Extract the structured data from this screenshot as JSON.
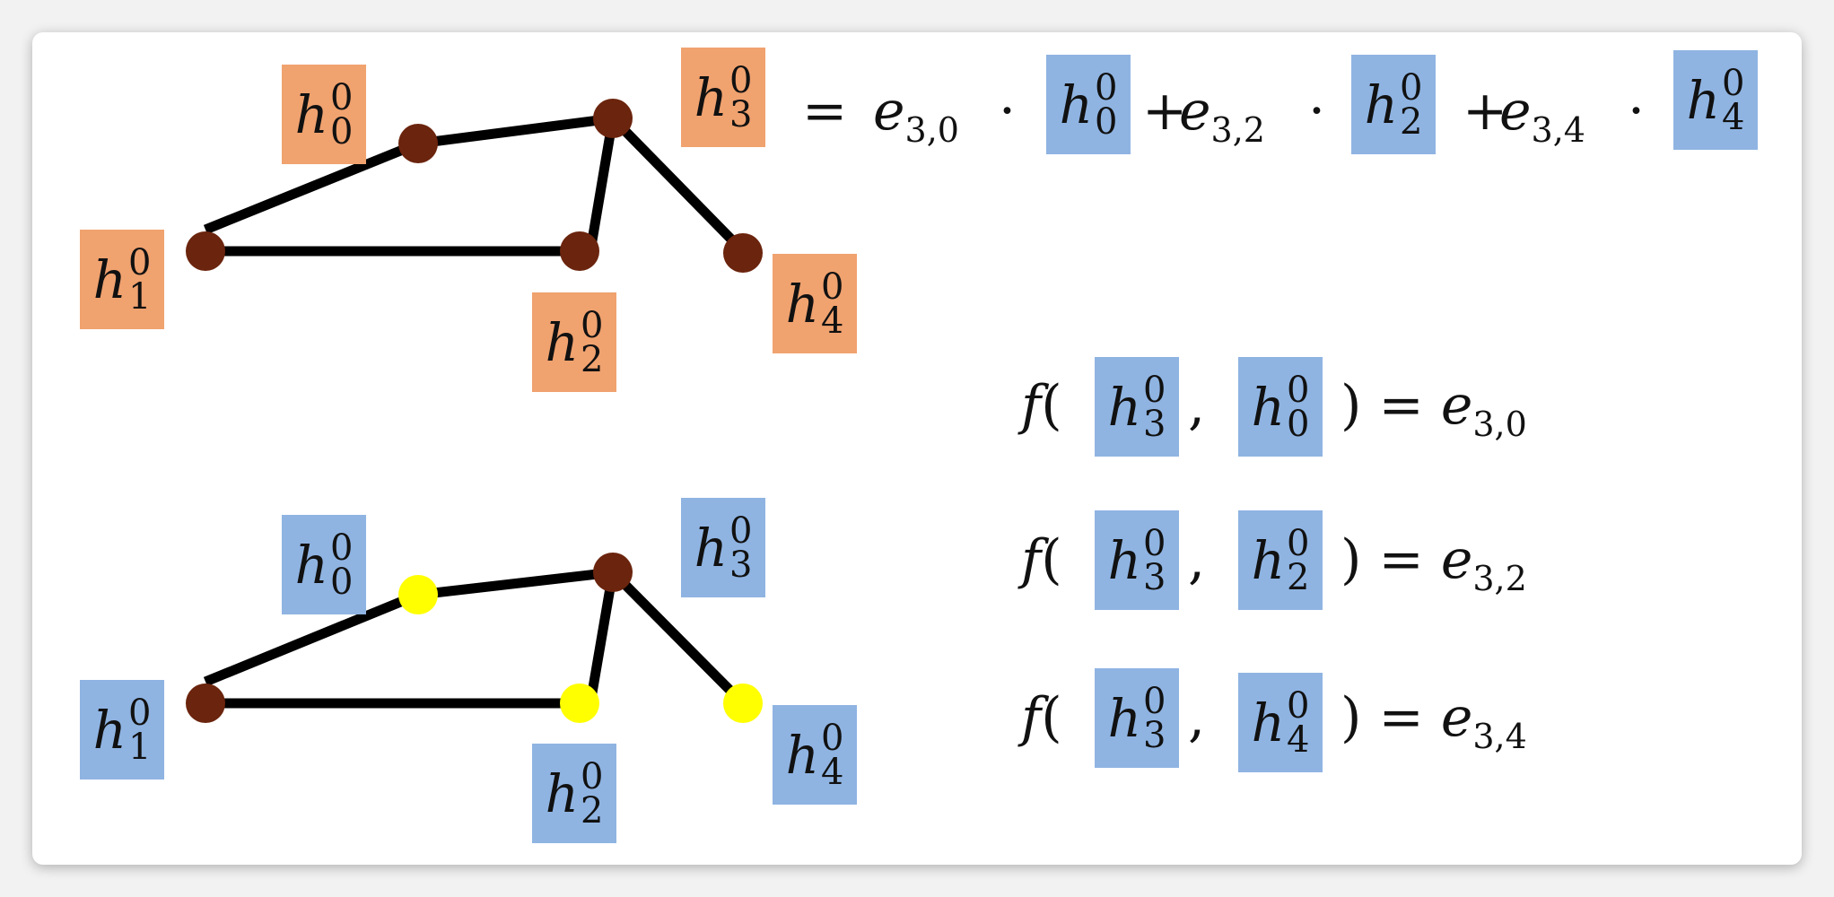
{
  "colors": {
    "orange_box": "#f0a26f",
    "blue_box": "#8fb4e2",
    "node_brown": "#6b240d",
    "node_yellow": "#ffff00",
    "edge": "#000000"
  },
  "graph_top": {
    "labels": [
      {
        "id": "h0",
        "base": "h",
        "sub": "0",
        "sup": "0"
      },
      {
        "id": "h1",
        "base": "h",
        "sub": "1",
        "sup": "0"
      },
      {
        "id": "h2",
        "base": "h",
        "sub": "2",
        "sup": "0"
      },
      {
        "id": "h3",
        "base": "h",
        "sub": "3",
        "sup": "0"
      },
      {
        "id": "h4",
        "base": "h",
        "sub": "4",
        "sup": "0"
      }
    ]
  },
  "graph_bottom": {
    "labels": [
      {
        "id": "h0",
        "base": "h",
        "sub": "0",
        "sup": "0"
      },
      {
        "id": "h1",
        "base": "h",
        "sub": "1",
        "sup": "0"
      },
      {
        "id": "h2",
        "base": "h",
        "sub": "2",
        "sup": "0"
      },
      {
        "id": "h3",
        "base": "h",
        "sub": "3",
        "sup": "0"
      },
      {
        "id": "h4",
        "base": "h",
        "sub": "4",
        "sup": "0"
      }
    ]
  },
  "aggregation": {
    "lhs": {
      "base": "h",
      "sub": "3",
      "sup": "0"
    },
    "equals": "=",
    "terms": [
      {
        "op": "",
        "coef_base": "e",
        "coef_sub": "3,0",
        "dot": "·",
        "h": {
          "base": "h",
          "sub": "0",
          "sup": "0"
        }
      },
      {
        "op": "+",
        "coef_base": "e",
        "coef_sub": "3,2",
        "dot": "·",
        "h": {
          "base": "h",
          "sub": "2",
          "sup": "0"
        }
      },
      {
        "op": "+",
        "coef_base": "e",
        "coef_sub": "3,4",
        "dot": "·",
        "h": {
          "base": "h",
          "sub": "4",
          "sup": "0"
        }
      }
    ]
  },
  "scores": [
    {
      "func": "f",
      "open": "(",
      "a": {
        "base": "h",
        "sub": "3",
        "sup": "0"
      },
      "comma": ",",
      "b": {
        "base": "h",
        "sub": "0",
        "sup": "0"
      },
      "close": ")",
      "equals": "=",
      "out_base": "e",
      "out_sub": "3,0"
    },
    {
      "func": "f",
      "open": "(",
      "a": {
        "base": "h",
        "sub": "3",
        "sup": "0"
      },
      "comma": ",",
      "b": {
        "base": "h",
        "sub": "2",
        "sup": "0"
      },
      "close": ")",
      "equals": "=",
      "out_base": "e",
      "out_sub": "3,2"
    },
    {
      "func": "f",
      "open": "(",
      "a": {
        "base": "h",
        "sub": "3",
        "sup": "0"
      },
      "comma": ",",
      "b": {
        "base": "h",
        "sub": "4",
        "sup": "0"
      },
      "close": ")",
      "equals": "=",
      "out_base": "e",
      "out_sub": "3,4"
    }
  ]
}
